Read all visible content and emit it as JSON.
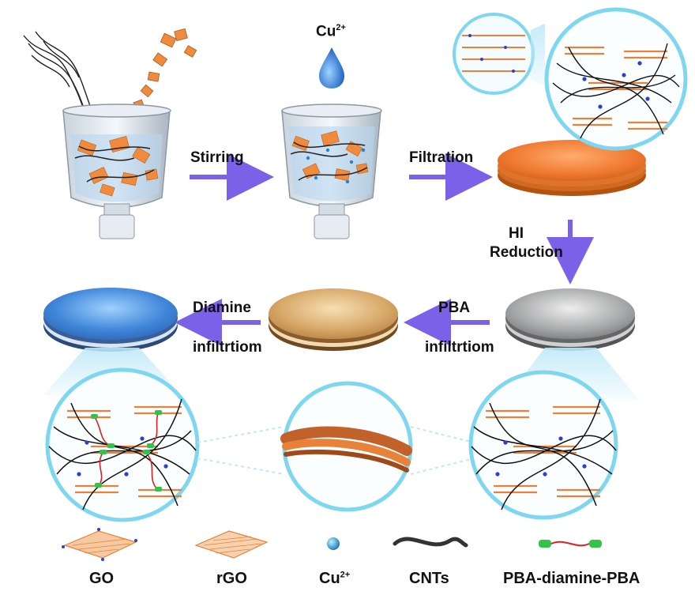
{
  "ion_label": {
    "base": "Cu",
    "charge": "2+"
  },
  "steps": {
    "stirring": "Stirring",
    "filtration": "Filtration",
    "hi_reduction_line1": "HI",
    "hi_reduction_line2": "Reduction",
    "pba_line1": "PBA",
    "pba_line2": "infiltrtiom",
    "diamine_line1": "Diamine",
    "diamine_line2": "infiltrtiom"
  },
  "legend": {
    "go": "GO",
    "rgo": "rGO",
    "cu_base": "Cu",
    "cu_charge": "2+",
    "cnts": "CNTs",
    "pba": "PBA-diamine-PBA"
  },
  "colors": {
    "arrow": "#7b61e8",
    "go_orange": "#f08a3c",
    "rgo_orange": "#e8823a",
    "film_orange": "#f07a30",
    "film_gray": "#a9aaab",
    "film_gold": "#d6a566",
    "film_blue": "#4d8fd8",
    "lens_cyan": "#7fd7ef",
    "cu_blue": "#2b7fd0",
    "linker_green": "#35c24a",
    "linker_red": "#e02020"
  }
}
